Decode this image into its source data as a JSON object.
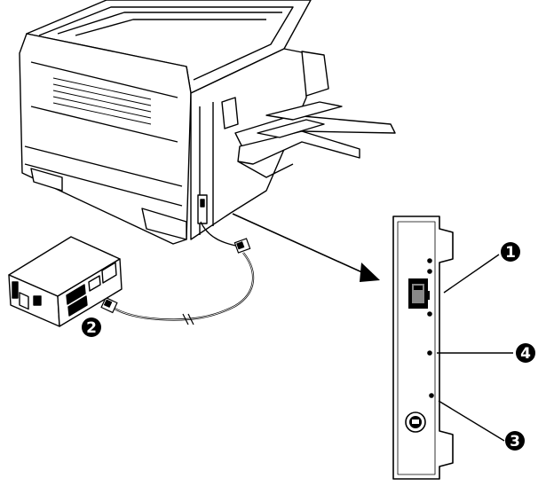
{
  "callouts": [
    {
      "id": "1",
      "label": "1"
    },
    {
      "id": "2",
      "label": "2"
    },
    {
      "id": "3",
      "label": "3"
    },
    {
      "id": "4",
      "label": "4"
    }
  ],
  "colors": {
    "line": "#000000",
    "paper": "#ffffff",
    "shade": "#d9d9d9"
  },
  "icons": {
    "printer": "printer-illustration",
    "hub": "network-hub-icon",
    "connector": "rj45-connector-icon",
    "port": "ethernet-port-icon",
    "ps2": "ps2-port-icon"
  }
}
